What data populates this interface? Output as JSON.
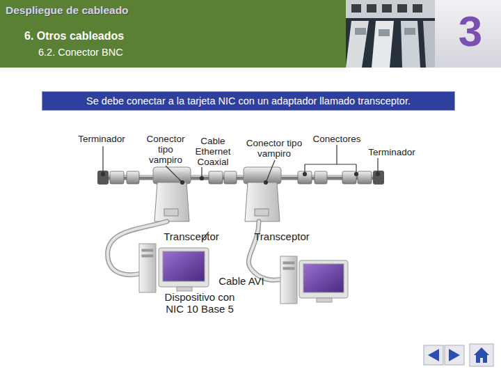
{
  "diagram": {
    "title": "Despliegue de cableado",
    "nodes": [
      {
        "text": [
          "Se debe conectar a la tarjeta NIC con un adaptador llamado transceptor."
        ]
      }
    ],
    "labels": [
      "6. Otros cableados",
      "6.2. Conector BNC",
      "3",
      "Terminador",
      "Conector tipo vampiro",
      "Cable Ethernet Coaxial",
      "Conector tipo vampiro",
      "Conectores",
      "Terminador",
      "Transceptor",
      "Transceptor",
      "Cable AVI",
      "Dispositivo con NIC 10 Base 5"
    ]
  }
}
